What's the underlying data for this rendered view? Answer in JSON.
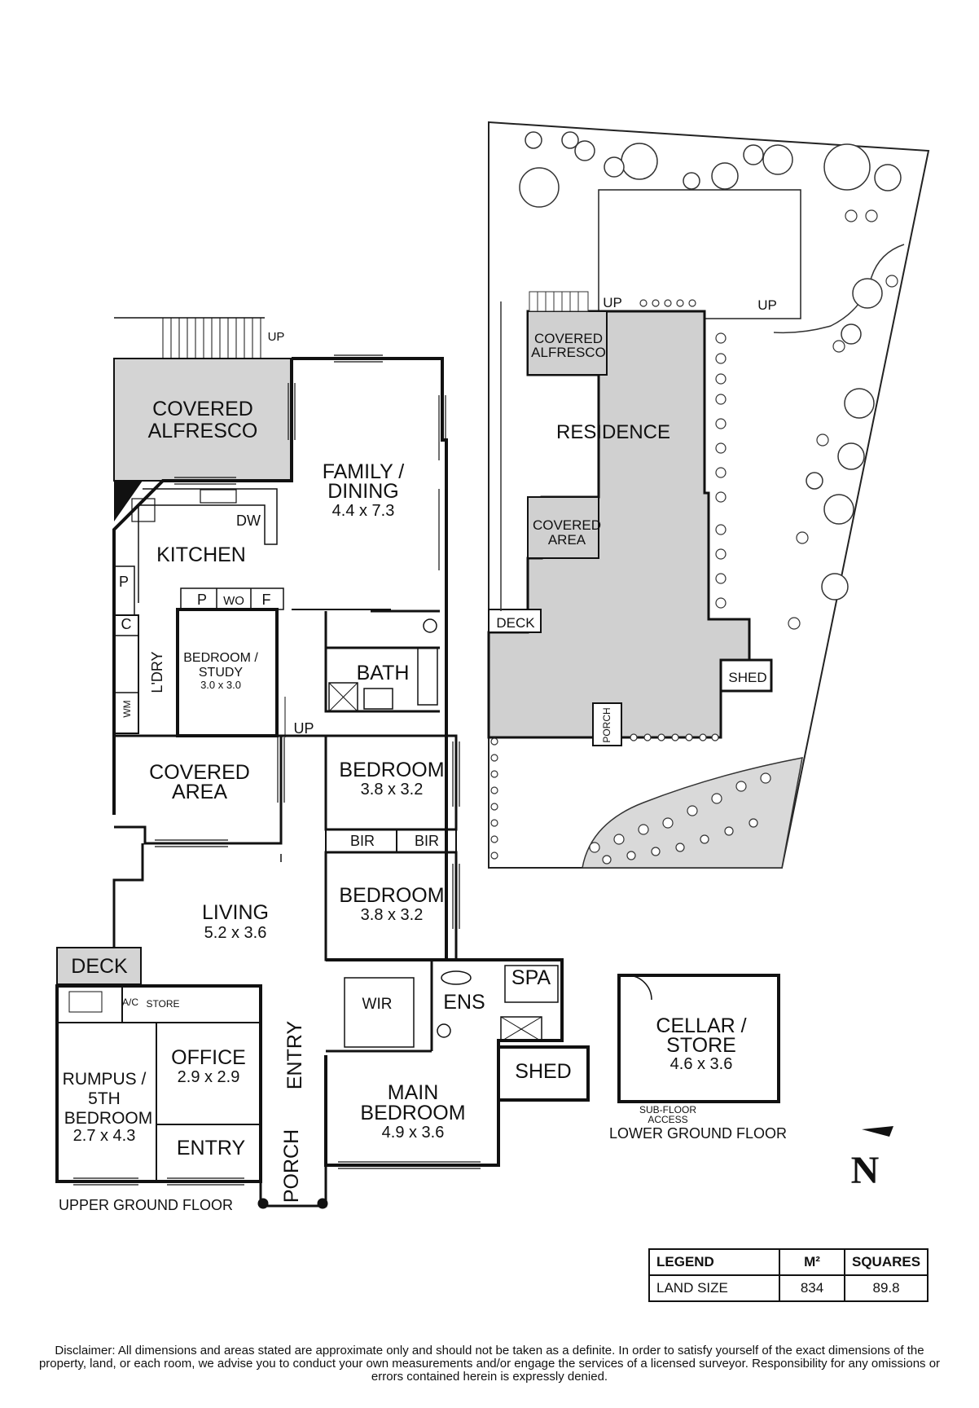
{
  "upper_floor": {
    "title": "UPPER GROUND FLOOR",
    "rooms": {
      "covered_alfresco": [
        "COVERED",
        "ALFRESCO"
      ],
      "family_dining": {
        "name": [
          "FAMILY /",
          "DINING"
        ],
        "dims": "4.4 x 7.3"
      },
      "kitchen": "KITCHEN",
      "bedroom_study": {
        "name": [
          "BEDROOM /",
          "STUDY"
        ],
        "dims": "3.0 x 3.0"
      },
      "laundry": "L'DRY",
      "bath": "BATH",
      "covered_area": [
        "COVERED",
        "AREA"
      ],
      "bedroom_a": {
        "name": "BEDROOM",
        "dims": "3.8 x 3.2"
      },
      "bedroom_b": {
        "name": "BEDROOM",
        "dims": "3.8 x 3.2"
      },
      "living": {
        "name": "LIVING",
        "dims": "5.2 x 3.6"
      },
      "deck": "DECK",
      "rumpus": {
        "name": [
          "RUMPUS /",
          "5TH",
          "BEDROOM"
        ],
        "dims": "2.7 x 4.3"
      },
      "office": {
        "name": "OFFICE",
        "dims": "2.9 x 2.9"
      },
      "entry_inner": "ENTRY",
      "entry_side": "ENTRY",
      "porch": "PORCH",
      "main_bedroom": {
        "name": [
          "MAIN",
          "BEDROOM"
        ],
        "dims": "4.9 x 3.6"
      },
      "wir": "WIR",
      "ens": "ENS",
      "spa": "SPA",
      "shed": "SHED"
    },
    "fixtures": {
      "up_alfresco": "UP",
      "up_hall": "UP",
      "dw": "DW",
      "pantry": "P",
      "pantry2": "P",
      "wo": "WO",
      "fridge": "F",
      "cupboard": "C",
      "wm": "WM",
      "bir_1": "BIR",
      "bir_2": "BIR",
      "ac": "A/C",
      "store": "STORE"
    }
  },
  "lower_floor": {
    "title": "LOWER GROUND FLOOR",
    "cellar": {
      "name": [
        "CELLAR /",
        "STORE"
      ],
      "dims": "4.6 x 3.6"
    },
    "access": [
      "SUB-FLOOR",
      "ACCESS"
    ]
  },
  "site_plan": {
    "residence": "RESIDENCE",
    "covered_alfresco": [
      "COVERED",
      "ALFRESCO"
    ],
    "covered_area": [
      "COVERED",
      "AREA"
    ],
    "deck": "DECK",
    "shed": "SHED",
    "porch": "PORCH",
    "up_1": "UP",
    "up_2": "UP"
  },
  "north": "N",
  "legend": {
    "headers": [
      "LEGEND",
      "M²",
      "SQUARES"
    ],
    "rows": [
      {
        "label": "LAND SIZE",
        "m2": "834",
        "squares": "89.8"
      }
    ]
  },
  "disclaimer": "Disclaimer: All dimensions and areas stated are approximate only and should not be taken as a definite. In order to satisfy yourself of the exact dimensions of the property, land, or each room, we advise you to conduct your own measurements and/or engage the services of a licensed surveyor. Responsibility for any omissions or errors contained herein is expressly denied."
}
